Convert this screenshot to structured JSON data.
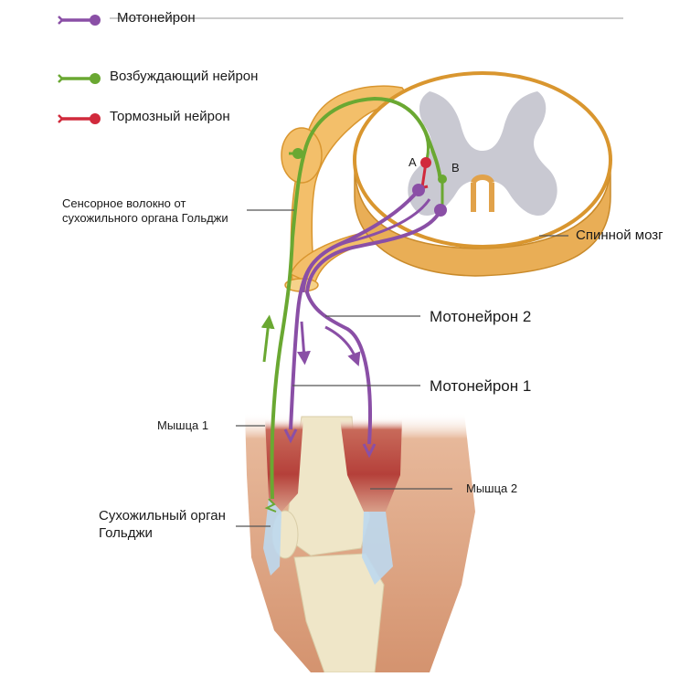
{
  "legend": [
    {
      "label": "Мотонейрон",
      "color": "#8a4fa6"
    },
    {
      "label": "Возбуждающий нейрон",
      "color": "#6aa832"
    },
    {
      "label": "Тормозный нейрон",
      "color": "#d12a3c"
    }
  ],
  "labels": {
    "sensory_fiber": "Сенсорное волокно от сухожильного органа Гольджи",
    "spinal_cord": "Спинной мозг",
    "motoneuron_2": "Мотонейрон 2",
    "motoneuron_1": "Мотонейрон 1",
    "muscle_1": "Мышца 1",
    "muscle_2": "Мышца 2",
    "golgi_organ": "Сухожильный орган Гольджи",
    "node_a": "A",
    "node_b": "B"
  },
  "colors": {
    "motoneuron": "#8a4fa6",
    "excitatory": "#6aa832",
    "inhibitory": "#d12a3c",
    "spinal_tissue": "#f3bf6a",
    "spinal_edge": "#d9962f",
    "grey_matter": "#c9c9d2",
    "muscle": "#b5403a",
    "bone": "#efe6c8",
    "tendon": "#bcd8ee"
  }
}
